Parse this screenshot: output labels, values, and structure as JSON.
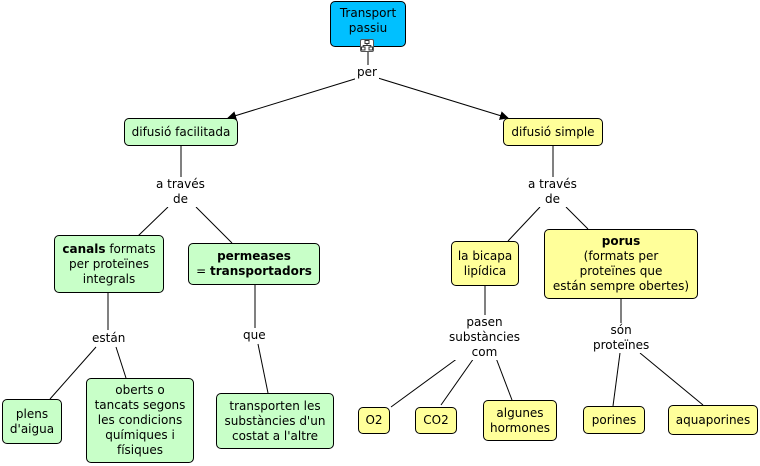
{
  "root": {
    "line1": "Transport",
    "line2": "passiu"
  },
  "root_icon": "concept-map-icon",
  "link_per": "per",
  "facilitada": {
    "title": "difusió facilitada",
    "link": {
      "line1": "a través",
      "line2": "de"
    },
    "canals": {
      "bold": "canals",
      "rest1": " formats",
      "line2": "per proteïnes",
      "line3": "integrals"
    },
    "link_estan": "están",
    "plens": {
      "line1": "plens",
      "line2": "d'aigua"
    },
    "oberts": {
      "line1": "oberts o",
      "line2": "tancats segons",
      "line3": "les condicions",
      "line4": "químiques i",
      "line5": "físiques"
    },
    "permeases": {
      "line1": "permeases",
      "eq": "= ",
      "line2": "transportadors"
    },
    "link_que": "que",
    "transporten": {
      "line1": "transporten les",
      "line2": "substàncies d'un",
      "line3": "costat a l'altre"
    }
  },
  "simple": {
    "title": "difusió simple",
    "link": {
      "line1": "a través",
      "line2": "de"
    },
    "bicapa": {
      "line1": "la bicapa",
      "line2": "lipídica"
    },
    "link_pasen": {
      "line1": "pasen",
      "line2": "substàncies",
      "line3": "com"
    },
    "o2": "O2",
    "co2": "CO2",
    "hormones": {
      "line1": "algunes",
      "line2": "hormones"
    },
    "porus": {
      "bold": "porus",
      "line2": "(formats per",
      "line3": "proteïnes que",
      "line4": "están sempre obertes)"
    },
    "link_son": {
      "line1": "són",
      "line2": "proteïnes"
    },
    "porines": "porines",
    "aquaporines": "aquaporines"
  },
  "colors": {
    "root": "#00c0ff",
    "green": "#c8ffc8",
    "yellow": "#ffff9a"
  }
}
